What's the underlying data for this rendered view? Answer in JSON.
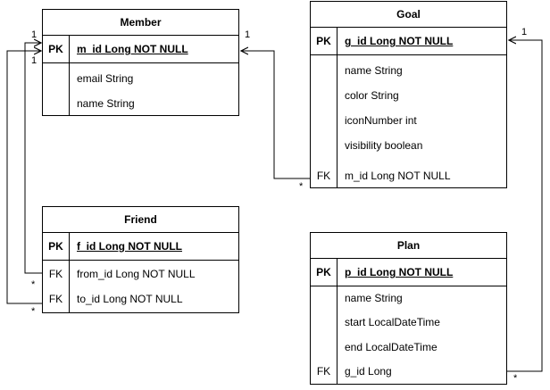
{
  "entities": {
    "member": {
      "title": "Member",
      "pk_label": "PK",
      "pk_field": "m_id Long NOT NULL",
      "fields": [
        "email String",
        "name String"
      ]
    },
    "goal": {
      "title": "Goal",
      "pk_label": "PK",
      "pk_field": "g_id Long NOT NULL",
      "fields": [
        "name String",
        "color String",
        "iconNumber int",
        "visibility boolean",
        "m_id Long NOT NULL"
      ],
      "fk_label": "FK"
    },
    "friend": {
      "title": "Friend",
      "pk_label": "PK",
      "pk_field": "f_id Long NOT NULL",
      "fields": [
        "from_id Long NOT NULL",
        "to_id Long NOT NULL"
      ],
      "fk_labels": [
        "FK",
        "FK"
      ]
    },
    "plan": {
      "title": "Plan",
      "pk_label": "PK",
      "pk_field": "p_id Long NOT NULL",
      "fields": [
        "name String",
        "start LocalDateTime",
        "end LocalDateTime",
        "g_id Long"
      ],
      "fk_label": "FK"
    }
  },
  "multiplicities": {
    "member_friend_from_one": "1",
    "member_friend_to_one": "1",
    "member_goal_one": "1",
    "goal_plan_one": "1",
    "friend_from_many": "*",
    "friend_to_many": "*",
    "goal_member_many": "*",
    "plan_goal_many": "*"
  },
  "colors": {
    "line": "#000000",
    "background": "#ffffff",
    "text": "#000000"
  }
}
